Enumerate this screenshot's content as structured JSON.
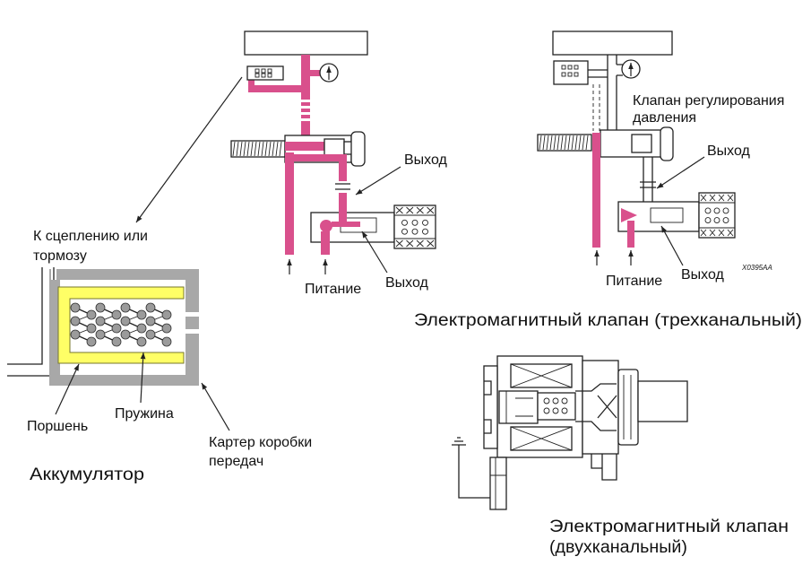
{
  "three_channel": {
    "on_state": {
      "output_upper": "Выход",
      "supply": "Питание",
      "output_lower": "Выход"
    },
    "off_state": {
      "pressure_valve_line1": "Клапан регулирования",
      "pressure_valve_line2": "давления",
      "output_upper": "Выход",
      "supply": "Питание",
      "output_lower": "Выход",
      "figure_code": "X0395AA"
    },
    "caption": "Электромагнитный клапан (трехканальный)"
  },
  "accumulator": {
    "to_clutch_line1": "К сцеплению или",
    "to_clutch_line2": "тормозу",
    "piston": "Поршень",
    "spring": "Пружина",
    "housing_line1": "Картер коробки",
    "housing_line2": "передач",
    "caption": "Аккумулятор"
  },
  "two_channel": {
    "caption_line1": "Электромагнитный клапан",
    "caption_line2": "(двухканальный)"
  },
  "colors": {
    "fluid": "#d9508c",
    "piston": "#ffff66",
    "housing": "#a8a8a8",
    "line": "#222222"
  }
}
